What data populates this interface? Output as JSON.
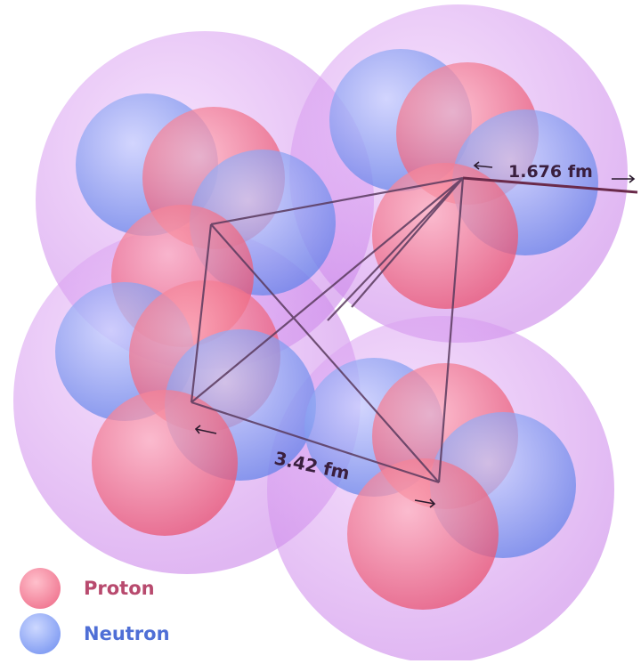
{
  "legend": [
    {
      "label": "Proton",
      "color": "#b84a6e",
      "swatch": "#f07a94"
    },
    {
      "label": "Neutron",
      "color": "#4f6fd6",
      "swatch": "#7d9af0"
    }
  ],
  "annotations": {
    "radius_label": "1.676 fm",
    "distance_label": "3.42 fm"
  },
  "colors": {
    "cluster_shell": "#d48cf2",
    "proton": "#f0607a",
    "neutron": "#6f8ef0",
    "line": "#5a3a5e"
  }
}
